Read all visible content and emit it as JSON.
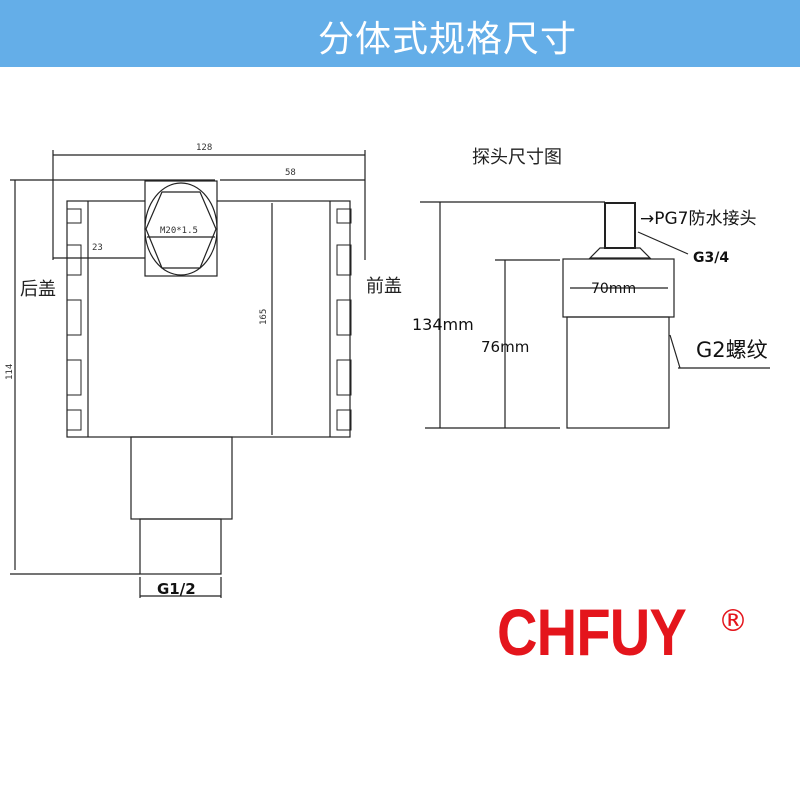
{
  "header": {
    "title": "分体式规格尺寸"
  },
  "housing_drawing": {
    "dim_width": "128",
    "dim_offset": "58",
    "dim_gland_offset": "23",
    "dim_thread": "M20*1.5",
    "dim_inner_height": "165",
    "dim_total_height": "114",
    "label_rear_cover": "后盖",
    "label_front_cover": "前盖",
    "label_bottom_thread": "G1/2"
  },
  "probe_drawing": {
    "title": "探头尺寸图",
    "label_connector": "→PG7防水接头",
    "label_thread_top": "G3/4",
    "dim_width": "70mm",
    "dim_total_height": "134mm",
    "dim_body_height": "76mm",
    "label_thread_body": "G2螺纹"
  },
  "logo": {
    "text": "CHFUY",
    "registered": "®",
    "color": "#e4151c"
  },
  "colors": {
    "header": "#64aee8"
  }
}
